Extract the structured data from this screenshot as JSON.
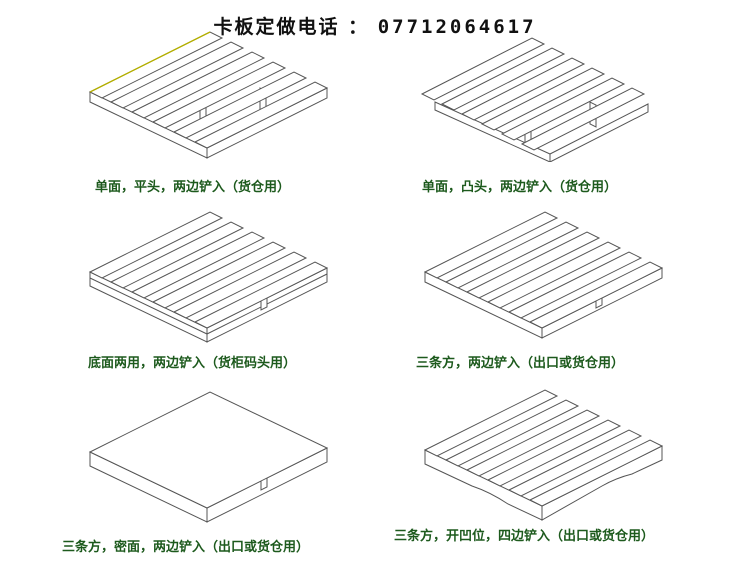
{
  "header": {
    "label": "卡板定做电话 ：",
    "phone": "07712064617"
  },
  "pallets": [
    {
      "caption": "单面，平头，两边铲入（货仓用）",
      "icon": "single-face-flush-pallet-icon"
    },
    {
      "caption": "单面，凸头，两边铲入（货仓用）",
      "icon": "single-face-wing-pallet-icon"
    },
    {
      "caption": "底面两用，两边铲入（货柜码头用）",
      "icon": "double-face-pallet-icon"
    },
    {
      "caption": "三条方，两边铲入（出口或货仓用）",
      "icon": "three-stringer-pallet-icon"
    },
    {
      "caption": "三条方，密面，两边铲入（出口或货仓用）",
      "icon": "closed-deck-pallet-icon"
    },
    {
      "caption": "三条方，开凹位，四边铲入（出口或货仓用）",
      "icon": "notched-four-way-pallet-icon"
    }
  ],
  "colors": {
    "caption": "#1d5a1d",
    "line": "#555555",
    "title": "#111111"
  }
}
